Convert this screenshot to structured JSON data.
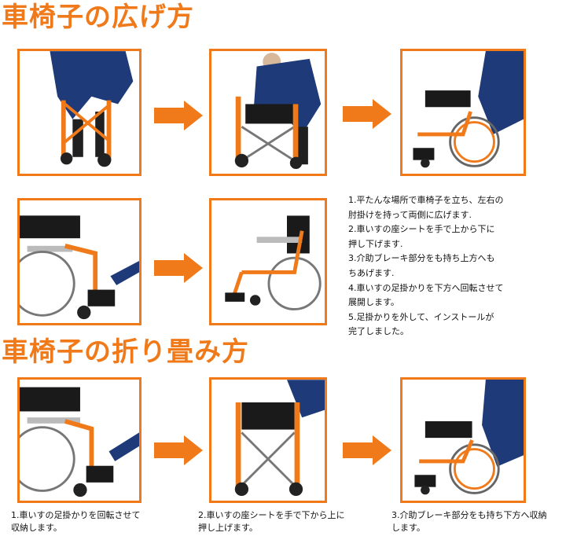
{
  "headings": {
    "unfold": "車椅子の広げ方",
    "fold": "車椅子の折り畳み方"
  },
  "colors": {
    "accent": "#f07a1a",
    "frame_orange": "#f07a1a",
    "text": "#111111"
  },
  "icons": {
    "arrow": "right-arrow-icon"
  },
  "unfold_steps": [
    "1.平たんな場所で車椅子を立ち、左右の",
    "肘掛けを持って両側に広げます.",
    "2.車いすの座シートを手で上から下に",
    "押し下げます.",
    "3.介助ブレーキ部分をも持ち上方へも",
    "ちあげます.",
    "4.車いすの足掛かりを下方へ回転させて",
    "展開します。",
    "5.足掛かりを外して、インストールが",
    "完了しました。"
  ],
  "fold_captions": [
    [
      "1.車いすの足掛かりを回転させて",
      "収納します。"
    ],
    [
      "2.車いすの座シートを手で下から上に",
      "押し上げます。"
    ],
    [
      "3.介助ブレーキ部分をも持ち下方へ収納",
      "します。"
    ]
  ]
}
